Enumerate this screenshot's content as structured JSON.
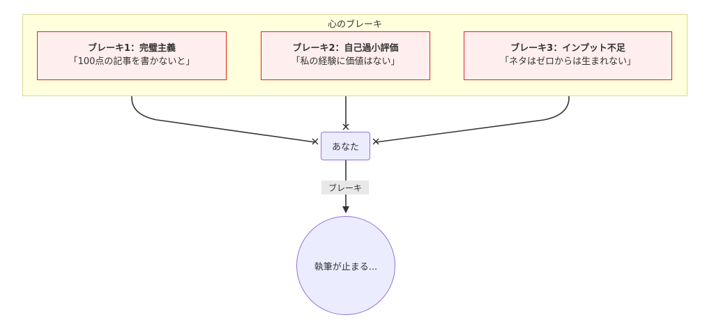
{
  "cluster": {
    "title": "心のブレーキ"
  },
  "brakes": [
    {
      "title": "ブレーキ1：完璧主義",
      "quote": "「100点の記事を書かないと」"
    },
    {
      "title": "ブレーキ2：自己過小評価",
      "quote": "「私の経験に価値はない」"
    },
    {
      "title": "ブレーキ3：インプット不足",
      "quote": "「ネタはゼロからは生まれない」"
    }
  ],
  "nodes": {
    "you": "あなた",
    "result": "執筆が止まる..."
  },
  "edge_label": "ブレーキ",
  "colors": {
    "cluster_fill": "#ffffde",
    "brake_fill": "#ffeeee",
    "brake_border": "#dd2222",
    "node_fill": "#ececff",
    "node_border": "#9370db",
    "edge": "#333333"
  }
}
